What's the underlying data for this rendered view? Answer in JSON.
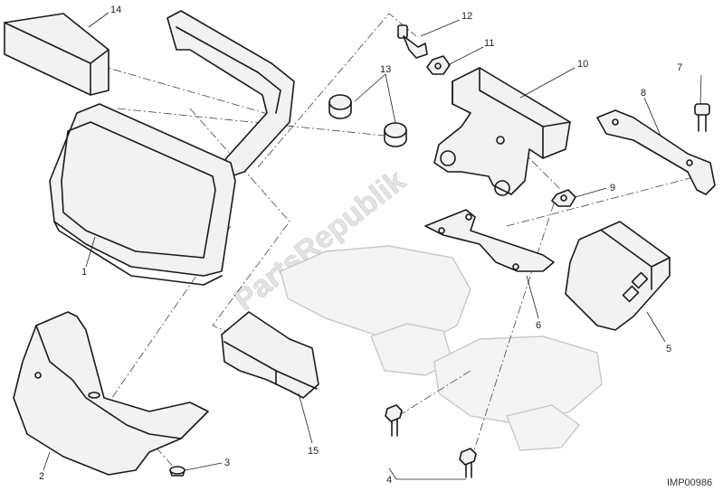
{
  "watermark": "PartsRepublik",
  "drawing_ref": "IMP00986",
  "callouts": {
    "c1": "1",
    "c2": "2",
    "c3": "3",
    "c4": "4",
    "c5": "5",
    "c6": "6",
    "c7": "7",
    "c8": "8",
    "c9": "9",
    "c10": "10",
    "c11": "11",
    "c12": "12",
    "c13": "13",
    "c14": "14",
    "c15": "15"
  }
}
